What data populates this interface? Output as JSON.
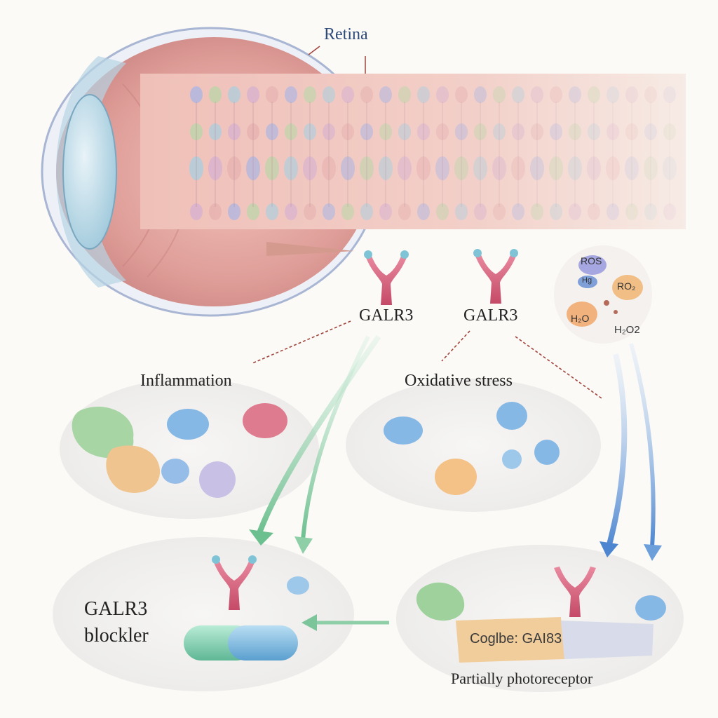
{
  "labels": {
    "retina": "Retina",
    "galr3_left": "GALR3",
    "galr3_right": "GALR3",
    "inflammation": "Inflammation",
    "oxidative_stress": "Oxidative stress",
    "blocker_line1": "GALR3",
    "blocker_line2": "blockler",
    "partial": "Partially  photoreceptor",
    "cell_text": "Coglbe: GAI83"
  },
  "ros": {
    "ros": "ROS",
    "h2o2": "H₂O2",
    "rox": "RO₂",
    "h2o": "H₂O",
    "hg": "Hg"
  },
  "colors": {
    "retina_pink": "#e7a9a6",
    "receptor": "#d9667e",
    "receptor_tip": "#7fc4d6",
    "arrow_green": "#7cc59b",
    "arrow_blue": "#5d93d6",
    "dashed": "#a0433a",
    "label_blue": "#2c4a7a"
  }
}
